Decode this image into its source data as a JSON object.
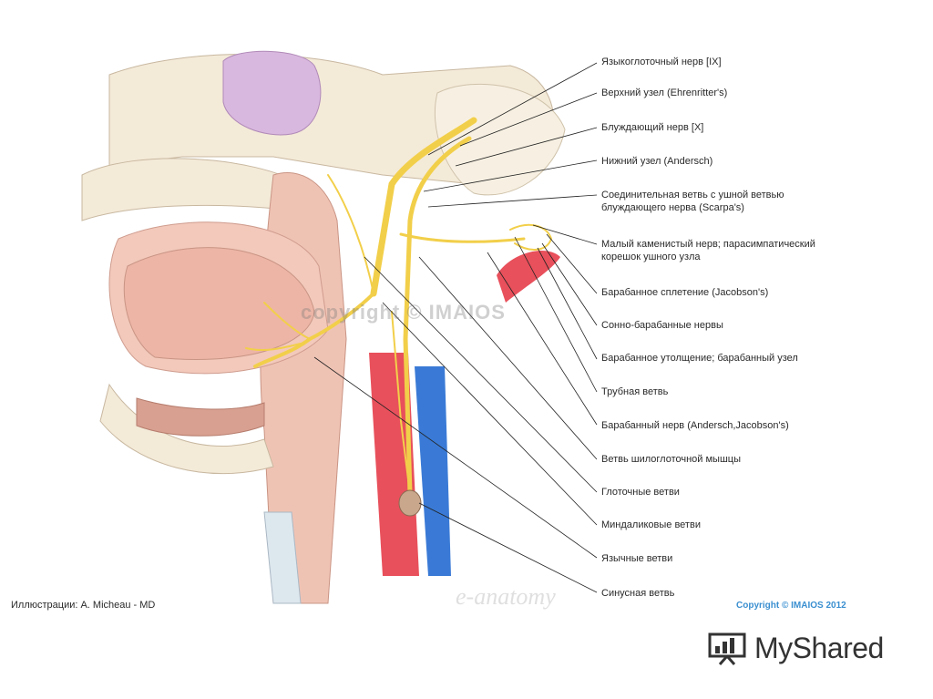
{
  "labels": [
    {
      "id": "glossopharyngeal-nerve",
      "text": "Языкоглоточный нерв [IX]"
    },
    {
      "id": "superior-ganglion",
      "text": "Верхний узел (Ehrenritter's)"
    },
    {
      "id": "vagus-nerve",
      "text": "Блуждающий нерв [X]"
    },
    {
      "id": "inferior-ganglion",
      "text": "Нижний узел (Andersch)"
    },
    {
      "id": "connecting-branch-1",
      "text": "Соединительная ветвь с ушной ветвью"
    },
    {
      "id": "connecting-branch-2",
      "text": "блуждающего нерва (Scarpa's)"
    },
    {
      "id": "lesser-petrosal-1",
      "text": "Малый каменистый нерв; парасимпатический"
    },
    {
      "id": "lesser-petrosal-2",
      "text": "корешок ушного узла"
    },
    {
      "id": "tympanic-plexus",
      "text": "Барабанное сплетение (Jacobson's)"
    },
    {
      "id": "caroticotympanic",
      "text": "Сонно-барабанные нервы"
    },
    {
      "id": "tympanic-enlargement",
      "text": "Барабанное утолщение; барабанный узел"
    },
    {
      "id": "tubal-branch",
      "text": "Трубная ветвь"
    },
    {
      "id": "tympanic-nerve",
      "text": "Барабанный нерв (Andersch,Jacobson's)"
    },
    {
      "id": "stylopharyngeus-branch",
      "text": "Ветвь шилоглоточной мышцы"
    },
    {
      "id": "pharyngeal-branches",
      "text": "Глоточные ветви"
    },
    {
      "id": "tonsillar-branches",
      "text": "Миндаликовые ветви"
    },
    {
      "id": "lingual-branches",
      "text": "Язычные ветви"
    },
    {
      "id": "sinus-branch",
      "text": "Синусная ветвь"
    }
  ],
  "credit": "Иллюстрации: A. Micheau - MD",
  "copyright": "Copyright © IMAIOS 2012",
  "watermark": "copyright © IMAIOS",
  "watermark2": "e-anatomy",
  "logo_text": "MyShared",
  "colors": {
    "nerve": "#f2cf4a",
    "artery": "#e8505b",
    "vein": "#3a7ad6",
    "accent": "#3a8fd0"
  }
}
